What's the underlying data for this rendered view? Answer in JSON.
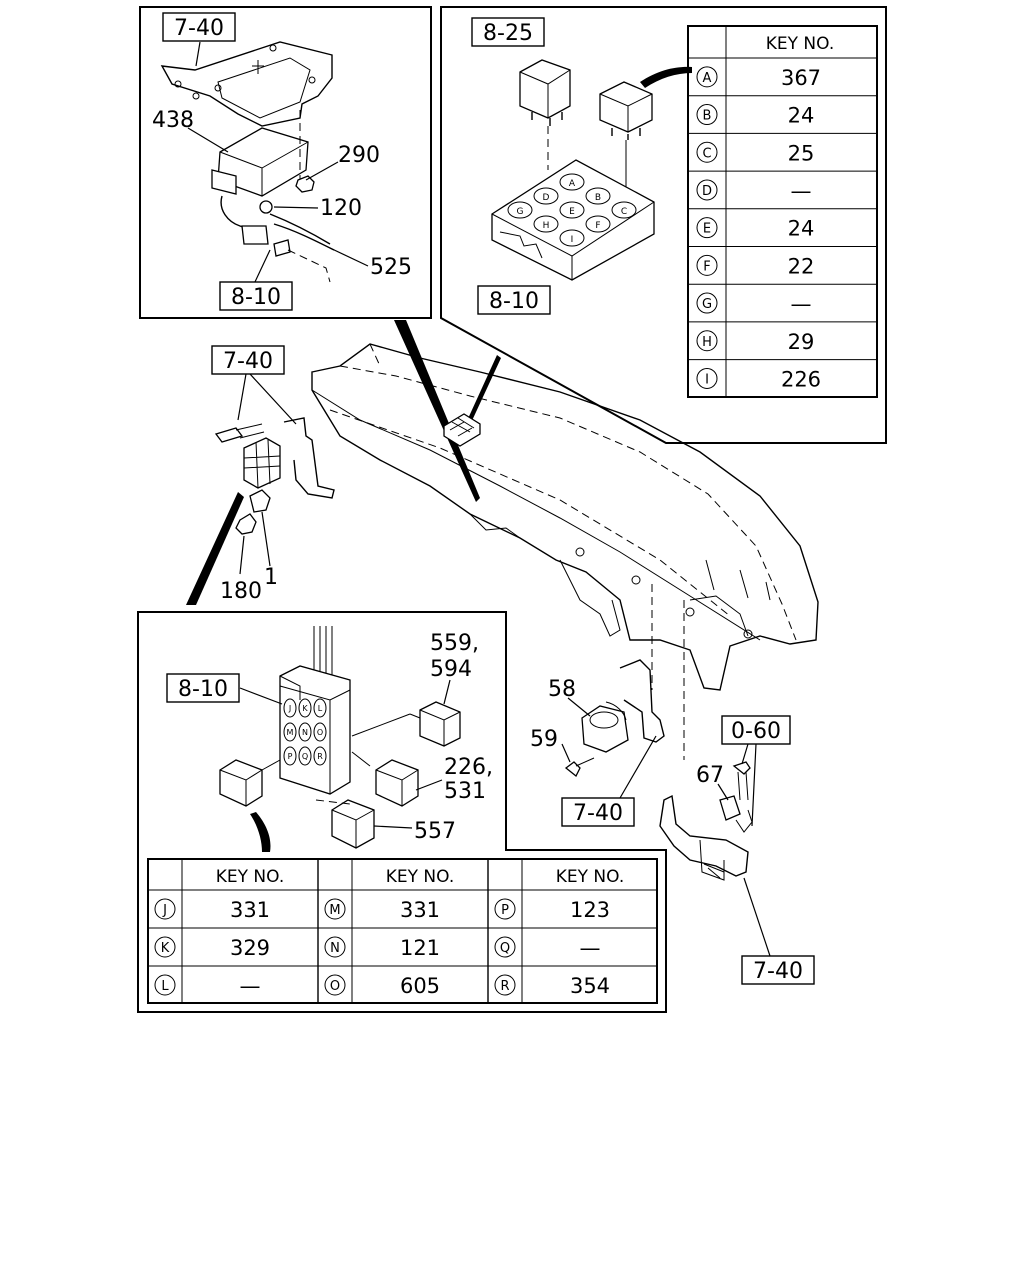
{
  "callouts": {
    "ref_7_40": "7-40",
    "ref_8_10": "8-10",
    "ref_8_25": "8-25",
    "ref_0_60": "0-60",
    "p438": "438",
    "p290": "290",
    "p120": "120",
    "p525": "525",
    "p180": "180",
    "p1": "1",
    "p559": "559,",
    "p594": "594",
    "p226": "226,",
    "p531": "531",
    "p557": "557",
    "p58": "58",
    "p59": "59",
    "p67": "67"
  },
  "table_top": {
    "header": "KEY NO.",
    "rows": [
      {
        "letter": "A",
        "value": "367"
      },
      {
        "letter": "B",
        "value": "24"
      },
      {
        "letter": "C",
        "value": "25"
      },
      {
        "letter": "D",
        "value": "—"
      },
      {
        "letter": "E",
        "value": "24"
      },
      {
        "letter": "F",
        "value": "22"
      },
      {
        "letter": "G",
        "value": "—"
      },
      {
        "letter": "H",
        "value": "29"
      },
      {
        "letter": "I",
        "value": "226"
      }
    ]
  },
  "table_bottom": {
    "header": "KEY NO.",
    "rows": [
      [
        {
          "letter": "J",
          "value": "331"
        },
        {
          "letter": "M",
          "value": "331"
        },
        {
          "letter": "P",
          "value": "123"
        }
      ],
      [
        {
          "letter": "K",
          "value": "329"
        },
        {
          "letter": "N",
          "value": "121"
        },
        {
          "letter": "Q",
          "value": "—"
        }
      ],
      [
        {
          "letter": "L",
          "value": "—"
        },
        {
          "letter": "O",
          "value": "605"
        },
        {
          "letter": "R",
          "value": "354"
        }
      ]
    ]
  },
  "relay_grid_top": [
    "A",
    "B",
    "C",
    "D",
    "E",
    "F",
    "G",
    "H",
    "I"
  ],
  "relay_grid_bottom": [
    "J",
    "K",
    "L",
    "M",
    "N",
    "O",
    "P",
    "Q",
    "R"
  ]
}
